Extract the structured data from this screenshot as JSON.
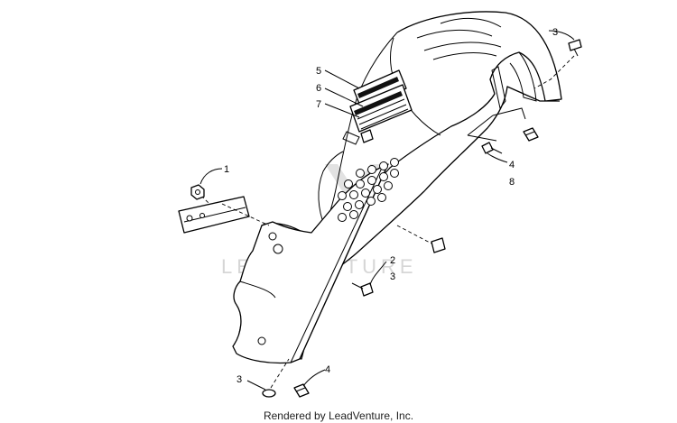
{
  "callouts": {
    "c1": "1",
    "c2": "2",
    "c3_top": "3",
    "c3_mid": "3",
    "c3_bottom": "3",
    "c4_top": "4",
    "c4_bottom": "4",
    "c5": "5",
    "c6": "6",
    "c7": "7",
    "c8": "8"
  },
  "watermark": "LEADVENTURE",
  "footer": "Rendered by LeadVenture, Inc."
}
